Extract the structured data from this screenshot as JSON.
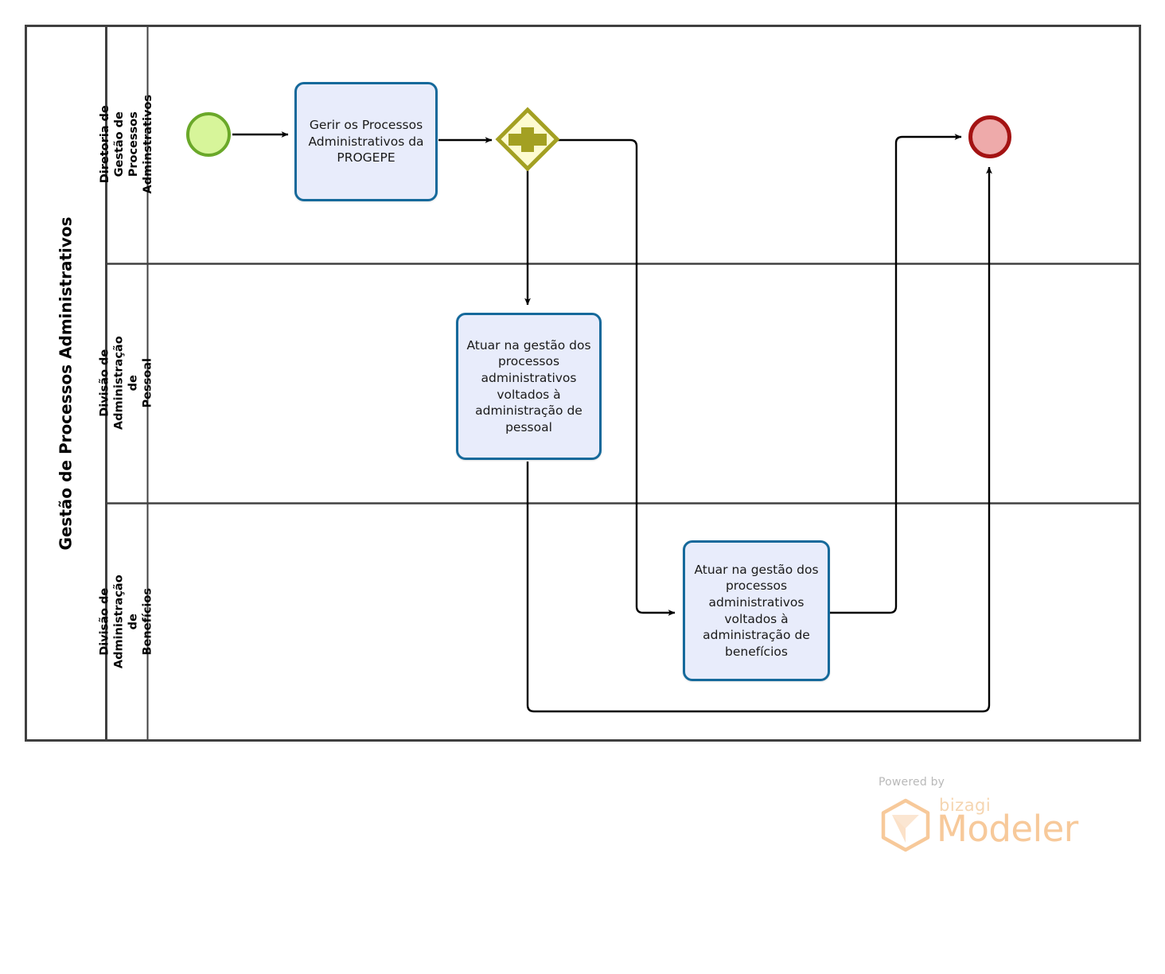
{
  "diagram": {
    "type": "bpmn-pool-lanes",
    "pool": {
      "title": "Gestão de Processos Administrativos"
    },
    "lanes": [
      {
        "id": "lane-diretoria",
        "label": "Diretoria de Gestão de\nProcessos Adminstrativos"
      },
      {
        "id": "lane-pessoal",
        "label": "Divisão de Administração de\nPessoal"
      },
      {
        "id": "lane-beneficios",
        "label": "Divisão de Administração de\nBenefícios"
      }
    ],
    "events": {
      "start": {
        "name": "start-event",
        "type": "none-start-event",
        "color": "#d7f59a",
        "border": "#6aa829"
      },
      "end": {
        "name": "end-event",
        "type": "none-end-event",
        "color": "#eeaaaa",
        "border": "#a41313"
      }
    },
    "gateway": {
      "name": "parallel-gateway",
      "type": "parallel",
      "symbol": "plus",
      "fill": "#fdfbd0",
      "border": "#a3a022"
    },
    "tasks": [
      {
        "id": "task-gerir",
        "lane": "lane-diretoria",
        "label": "Gerir os Processos Administrativos da PROGEPE"
      },
      {
        "id": "task-pessoal",
        "lane": "lane-pessoal",
        "label": "Atuar na gestão dos processos administrativos voltados à administração de pessoal"
      },
      {
        "id": "task-beneficios",
        "lane": "lane-beneficios",
        "label": "Atuar na gestão dos processos administrativos voltados à administração de benefícios"
      }
    ],
    "flows": [
      {
        "id": "flow-start-to-gerir",
        "from": "start-event",
        "to": "task-gerir"
      },
      {
        "id": "flow-gerir-to-gateway",
        "from": "task-gerir",
        "to": "parallel-gateway"
      },
      {
        "id": "flow-gateway-to-pessoal",
        "from": "parallel-gateway",
        "to": "task-pessoal"
      },
      {
        "id": "flow-gateway-to-beneficios",
        "from": "parallel-gateway",
        "to": "task-beneficios"
      },
      {
        "id": "flow-beneficios-to-end",
        "from": "task-beneficios",
        "to": "end-event"
      },
      {
        "id": "flow-pessoal-to-end",
        "from": "task-pessoal",
        "to": "end-event"
      }
    ],
    "colors": {
      "task_fill": "#e8ecfb",
      "task_border": "#15699b",
      "pool_border": "#404040",
      "flow_line": "#000000"
    }
  },
  "branding": {
    "powered_by": "Powered by",
    "product_prefix": "bizagi",
    "product_name": "Modeler"
  }
}
